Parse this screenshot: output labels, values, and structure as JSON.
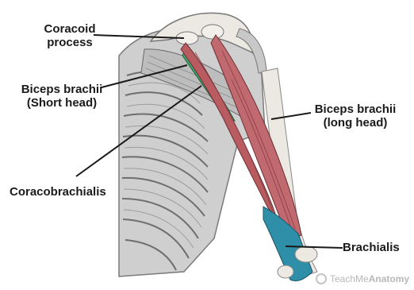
{
  "labels": {
    "coracoid_process": [
      "Coracoid",
      "process"
    ],
    "biceps_short_head": [
      "Biceps brachii",
      "(Short head)"
    ],
    "coracobrachialis": "Coracobrachialis",
    "biceps_long_head": [
      "Biceps brachii",
      "(long head)"
    ],
    "brachialis": "Brachialis"
  },
  "watermark": {
    "brand_light": "TeachMe",
    "brand_bold": "Anatomy"
  },
  "colors": {
    "biceps": "#b85c62",
    "coracobrachialis": "#3fa66b",
    "brachialis": "#2f8fa8",
    "bone": "#ece8e2",
    "sketch": "#8f8f8f",
    "leader_line": "#1a1a1a"
  }
}
